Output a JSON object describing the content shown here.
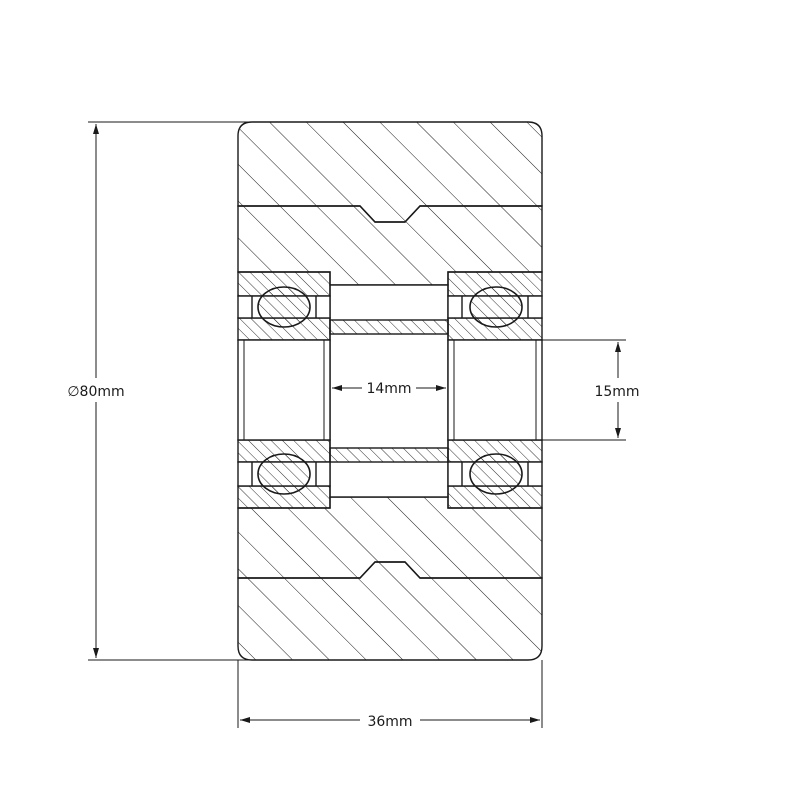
{
  "dimensions": {
    "outer_diameter": "∅80mm",
    "width": "36mm",
    "bore_gap": "14mm",
    "inner_spacing": "15mm"
  },
  "colors": {
    "line": "#1a1a1a",
    "background": "#ffffff"
  }
}
